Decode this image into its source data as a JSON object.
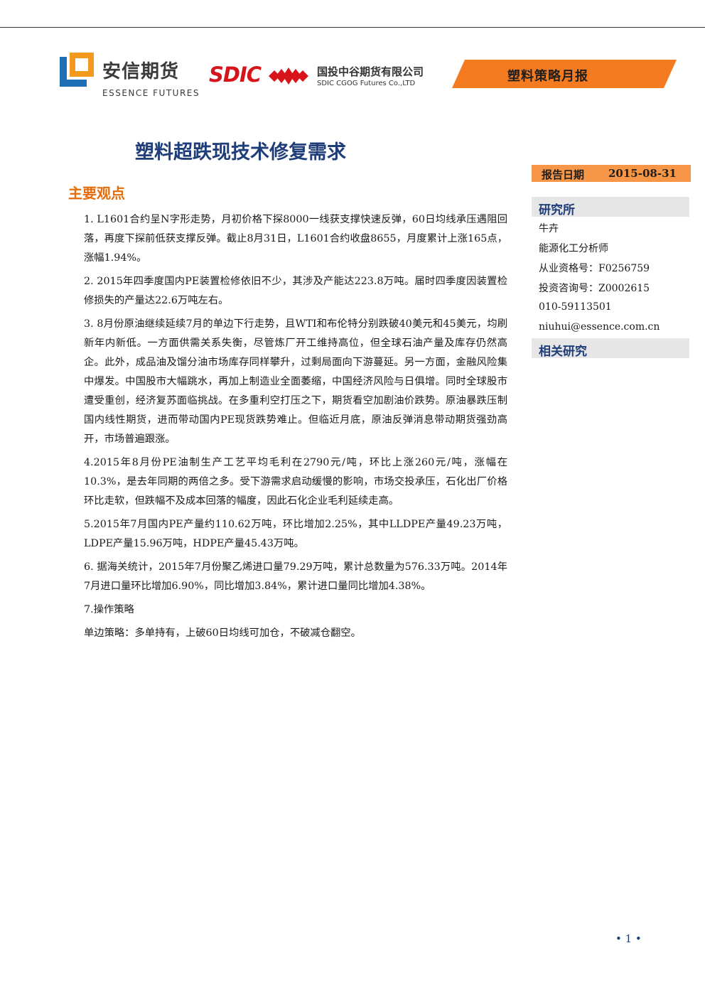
{
  "header": {
    "essence_cn": "安信期货",
    "essence_en": "ESSENCE FUTURES",
    "sdic_brand": "SDIC",
    "sdic_cn": "国投中谷期货有限公司",
    "sdic_en": "SDIC CGOG Futures Co.,LTD",
    "banner": "塑料策略月报"
  },
  "title": "塑料超跌现技术修复需求",
  "section_heading": "主要观点",
  "paragraphs": [
    "1. L1601合约呈N字形走势，月初价格下探8000一线获支撑快速反弹，60日均线承压遇阻回落，再度下探前低获支撑反弹。截止8月31日，L1601合约收盘8655，月度累计上涨165点，涨幅1.94%。",
    "2. 2015年四季度国内PE装置检修依旧不少，其涉及产能达223.8万吨。届时四季度因装置检修损失的产量达22.6万吨左右。",
    "3. 8月份原油继续延续7月的单边下行走势，且WTI和布伦特分别跌破40美元和45美元，均刷新年内新低。一方面供需关系失衡，尽管炼厂开工维持高位，但全球石油产量及库存仍然高企。此外，成品油及馏分油市场库存同样攀升，过剩局面向下游蔓延。另一方面，金融风险集中爆发。中国股市大幅跳水，再加上制造业全面萎缩，中国经济风险与日俱增。同时全球股市遭受重创，经济复苏面临挑战。在多重利空打压之下，期货看空加剧油价跌势。原油暴跌压制国内线性期货，进而带动国内PE现货跌势难止。但临近月底，原油反弹消息带动期货强劲高开，市场普遍跟涨。",
    "4.2015年8月份PE油制生产工艺平均毛利在2790元/吨，环比上涨260元/吨，涨幅在10.3%，是去年同期的两倍之多。受下游需求启动缓慢的影响，市场交投承压，石化出厂价格环比走软，但跌幅不及成本回落的幅度，因此石化企业毛利延续走高。",
    "5.2015年7月国内PE产量约110.62万吨，环比增加2.25%，其中LLDPE产量49.23万吨，LDPE产量15.96万吨，HDPE产量45.43万吨。",
    "6. 据海关统计，2015年7月份聚乙烯进口量79.29万吨，累计总数量为576.33万吨。2014年7月进口量环比增加6.90%，同比增加3.84%，累计进口量同比增加4.38%。",
    "7.操作策略",
    "单边策略：多单持有，上破60日均线可加仓，不破减仓翻空。"
  ],
  "sidebar": {
    "date_label": "报告日期",
    "date_value": "2015-08-31",
    "institute_heading": "研究所",
    "analyst_name": "牛卉",
    "analyst_title": "能源化工分析师",
    "qualification": "从业资格号：F0256759",
    "consult_no": "投资咨询号：Z0002615",
    "phone": "010-59113501",
    "email": "niuhui@essence.com.cn",
    "related_heading": "相关研究"
  },
  "footer": {
    "page": "• 1 •"
  },
  "colors": {
    "accent_orange": "#f79646",
    "heading_orange": "#e46c0a",
    "title_blue": "#1f3e79",
    "sdic_red": "#d8141b",
    "essence_blue": "#1f6fb5"
  }
}
